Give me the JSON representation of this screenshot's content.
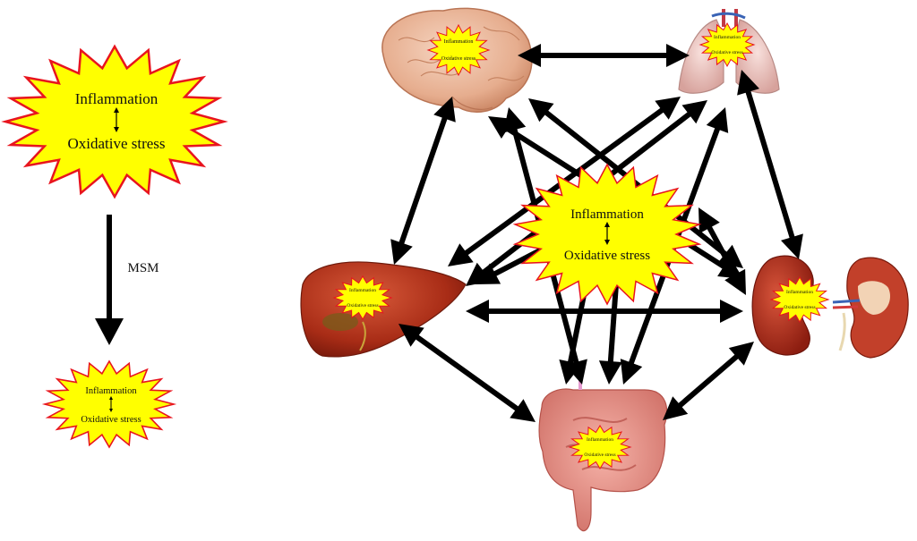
{
  "left_panel": {
    "top_burst": {
      "line1": "Inflammation",
      "line2": "Oxidative stress"
    },
    "arrow_label": "MSM",
    "bottom_burst": {
      "line1": "Inflammation",
      "line2": "Oxidative stress"
    }
  },
  "network": {
    "center_burst": {
      "line1": "Inflammation",
      "line2": "Oxidative stress"
    },
    "organs": [
      {
        "id": "brain",
        "line1": "Inflammation",
        "line2": "Oxidative stress"
      },
      {
        "id": "lungs",
        "line1": "Inflammation",
        "line2": "Oxidative stress"
      },
      {
        "id": "liver",
        "line1": "Inflammation",
        "line2": "Oxidative stress"
      },
      {
        "id": "kidney",
        "line1": "Inflammation",
        "line2": "Oxidative stress"
      },
      {
        "id": "intestine",
        "line1": "Inflammation",
        "line2": "Oxidative stress"
      }
    ]
  },
  "colors": {
    "burst_fill": "#ffff00",
    "burst_stroke": "#e8141e",
    "arrow": "#000000",
    "brain": "#e8b497",
    "lungs": "#ecc6c0",
    "liver": "#b0321a",
    "kidney": "#b1291a",
    "intestine": "#e58f86"
  }
}
